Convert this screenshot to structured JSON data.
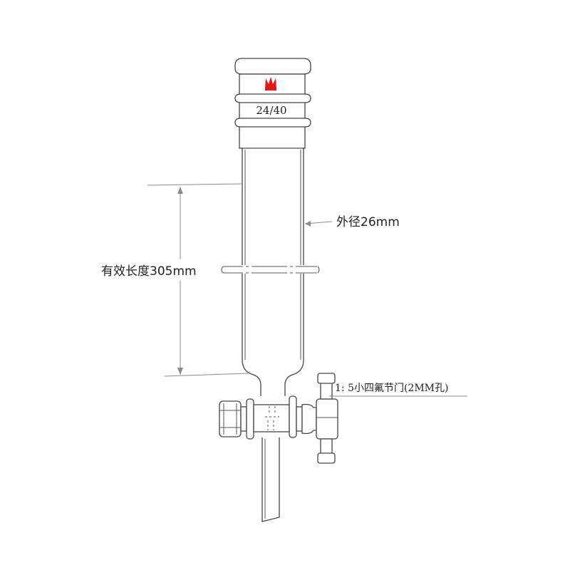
{
  "joint_label": "24/40",
  "outer_diameter_label": "外径26mm",
  "effective_length_label": "有效长度305mm",
  "stopcock_label": "1: 5小四氟节门(2MM孔)",
  "logo_name": "brand-logo-icon",
  "colors": {
    "outline": "#444444",
    "dimension": "#8a8a8a",
    "logo": "#e01818"
  }
}
